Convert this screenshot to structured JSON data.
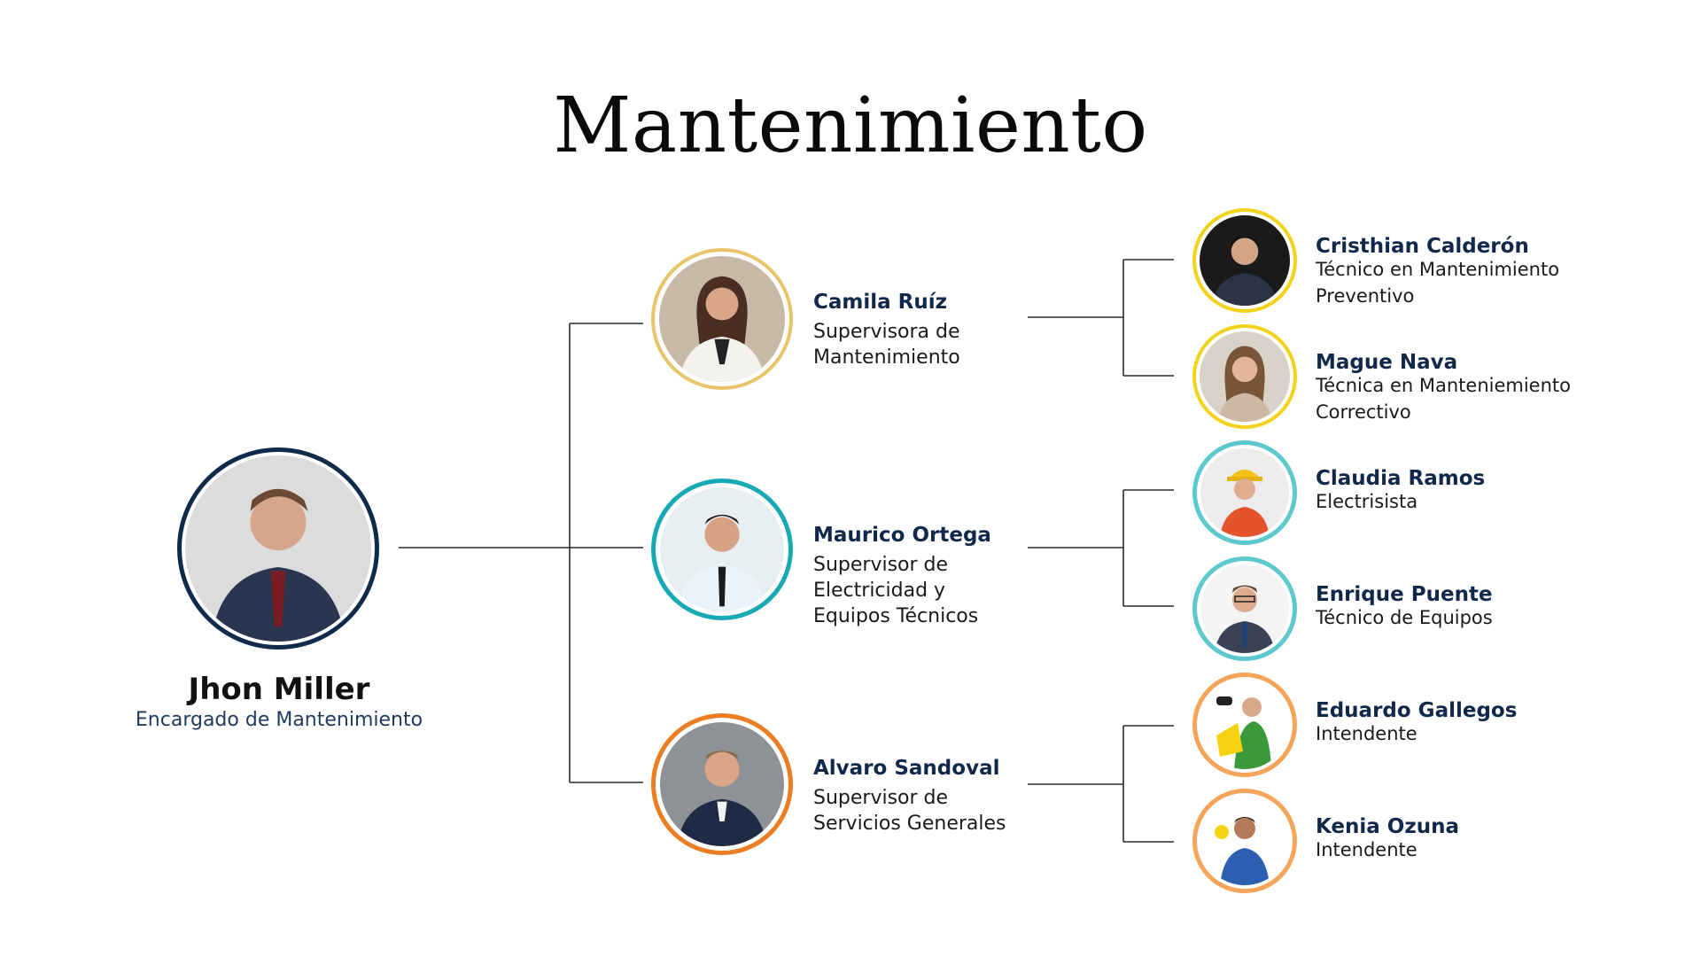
{
  "title": "Mantenimiento",
  "colors": {
    "navy": "#0f2a4a",
    "gold": "#e8c56a",
    "yellow": "#f2d21b",
    "teal": "#18aab4",
    "light_teal": "#5ec8cf",
    "orange": "#ec7d22",
    "light_orange": "#f4a55a",
    "name_text": "#12284a",
    "line": "#2a2a2a"
  },
  "head": {
    "name": "Jhon Miller",
    "role": "Encargado de Mantenimiento",
    "ring": "navy"
  },
  "supervisors": [
    {
      "name": "Camila Ruíz",
      "role_lines": [
        "Supervisora de",
        "Mantenimiento"
      ],
      "ring": "gold",
      "staff": [
        {
          "name": "Cristhian Calderón",
          "role_lines": [
            "Técnico en Mantenimiento",
            "Preventivo"
          ],
          "ring": "yellow"
        },
        {
          "name": "Mague Nava",
          "role_lines": [
            "Técnica en Manteniemiento",
            "Correctivo"
          ],
          "ring": "yellow"
        }
      ]
    },
    {
      "name": "Maurico Ortega",
      "role_lines": [
        "Supervisor de",
        "Electricidad y",
        "Equipos Técnicos"
      ],
      "ring": "teal",
      "staff": [
        {
          "name": "Claudia Ramos",
          "role_lines": [
            "Electrisista"
          ],
          "ring": "light_teal"
        },
        {
          "name": "Enrique Puente",
          "role_lines": [
            "Técnico de Equipos"
          ],
          "ring": "light_teal"
        }
      ]
    },
    {
      "name": "Alvaro Sandoval",
      "role_lines": [
        "Supervisor de",
        "Servicios Generales"
      ],
      "ring": "orange",
      "staff": [
        {
          "name": "Eduardo Gallegos",
          "role_lines": [
            "Intendente"
          ],
          "ring": "light_orange"
        },
        {
          "name": "Kenia Ozuna",
          "role_lines": [
            "Intendente"
          ],
          "ring": "light_orange"
        }
      ]
    }
  ]
}
